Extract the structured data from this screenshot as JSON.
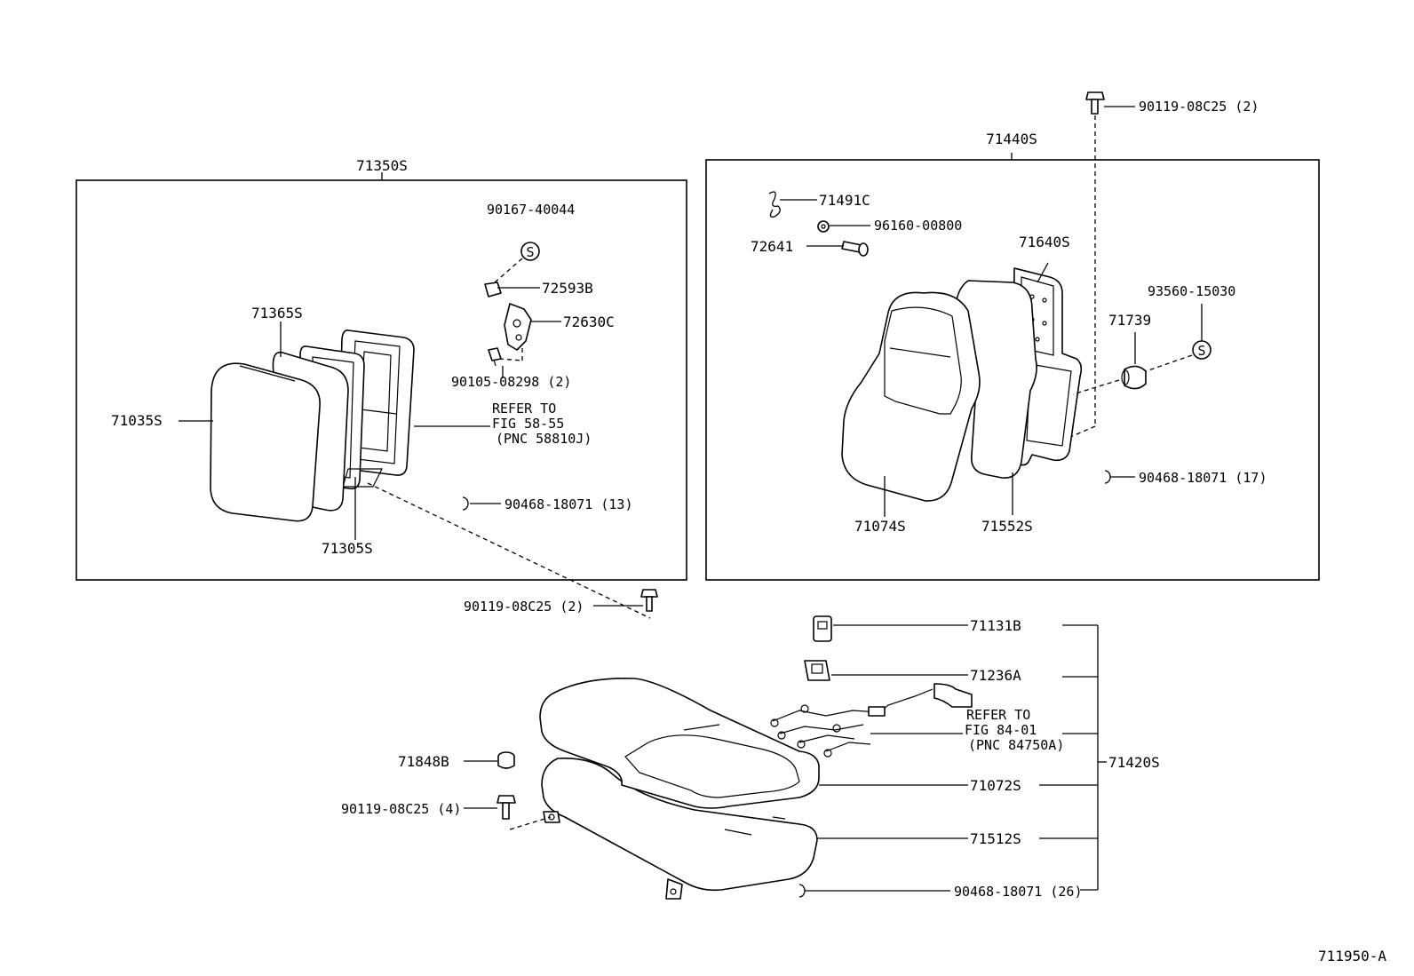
{
  "diagram": {
    "figure_code": "711950-A",
    "groups": {
      "g71350": "71350S",
      "g71440": "71440S",
      "g71420": "71420S"
    },
    "labels": {
      "p90167": "90167-40044",
      "p72593": "72593B",
      "p72630": "72630C",
      "p71365": "71365S",
      "p90105": "90105-08298 (2)",
      "p71035": "71035S",
      "ref58_1": "REFER TO",
      "ref58_2": "FIG 58-55",
      "ref58_3": "(PNC 58810J)",
      "p90468_13": "90468-18071 (13)",
      "p71305": "71305S",
      "p90119_a": "90119-08C25 (2)",
      "p90119_top": "90119-08C25 (2)",
      "p71491": "71491C",
      "p96160": "96160-00800",
      "p72641": "72641",
      "p71640": "71640S",
      "p93560": "93560-15030",
      "p71739": "71739",
      "p90468_17": "90468-18071 (17)",
      "p71074": "71074S",
      "p71552": "71552S",
      "p71131": "71131B",
      "p71236": "71236A",
      "ref84_1": "REFER TO",
      "ref84_2": "FIG 84-01",
      "ref84_3": "(PNC 84750A)",
      "p71848": "71848B",
      "p90119_b": "90119-08C25 (4)",
      "p71072": "71072S",
      "p71512": "71512S",
      "p90468_26": "90468-18071 (26)"
    },
    "icons": {
      "seal_a": "S",
      "seal_b": "S"
    }
  }
}
